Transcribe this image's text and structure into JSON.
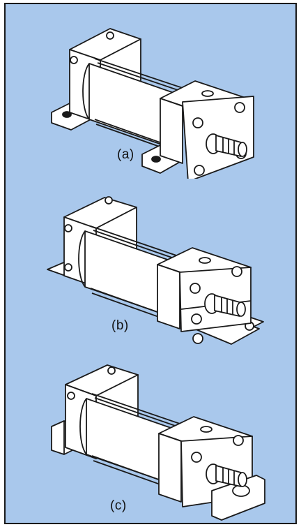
{
  "figure": {
    "colors": {
      "background": "#a9c8ec",
      "part_fill": "#ffffff",
      "outline": "#1a1a1a",
      "border": "#1a1a1a"
    },
    "panels": [
      {
        "caption": "(a)",
        "mount": "foot-lug-mounting-cylinder"
      },
      {
        "caption": "(b)",
        "mount": "base-plate-mounting-cylinder"
      },
      {
        "caption": "(c)",
        "mount": "end-lug-mounting-cylinder"
      }
    ]
  }
}
